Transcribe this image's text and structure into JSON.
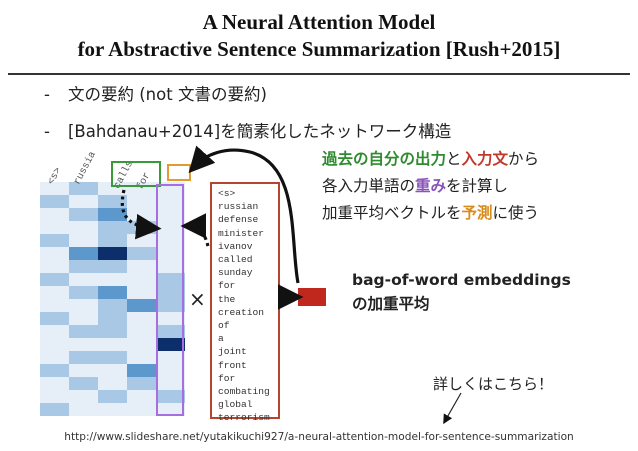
{
  "slide": {
    "title_line1": "A Neural Attention Model",
    "title_line2": "for Abstractive Sentence Summarization [Rush+2015]",
    "bullets": [
      "文の要約 (not 文書の要約)",
      "[Bahdanau+2014]を簡素化したネットワーク構造"
    ],
    "bullet_marker": "-",
    "explain": {
      "line1_a": "過去の自分の出力",
      "line1_b": "と",
      "line1_c": "入力文",
      "line1_d": "から",
      "line2_a": "各入力単語の",
      "line2_b": "重み",
      "line2_c": "を計算し",
      "line3_a": "加重平均ベクトルを",
      "line3_b": "予測",
      "line3_c": "に使う"
    },
    "bow_line1": "bag-of-word embeddings",
    "bow_line2": "の加重平均",
    "multiply_sign": "×",
    "more_info": "詳しくはこちら！",
    "link": "http://www.slideshare.net/yutakikuchi927/a-neural-attention-model-for-sentence-summarization"
  },
  "figure": {
    "column_labels": [
      "<s>",
      "russia",
      "calls",
      "for"
    ],
    "input_words": [
      "<s>",
      "russian",
      "defense",
      "minister",
      "ivanov",
      "called",
      "sunday",
      "for",
      "the",
      "creation",
      "of",
      "a",
      "joint",
      "front",
      "for",
      "combating",
      "global",
      "terrorism"
    ],
    "heatmap_colors": {
      "low": "#e6eff8",
      "mid": "#a8c8e6",
      "high": "#5d98cc",
      "max": "#0c2e6b"
    },
    "highlight_colors": {
      "purple": "#a66ee0",
      "green": "#3a9a3a",
      "orange": "#e39a2f",
      "red": "#c0281e"
    }
  }
}
